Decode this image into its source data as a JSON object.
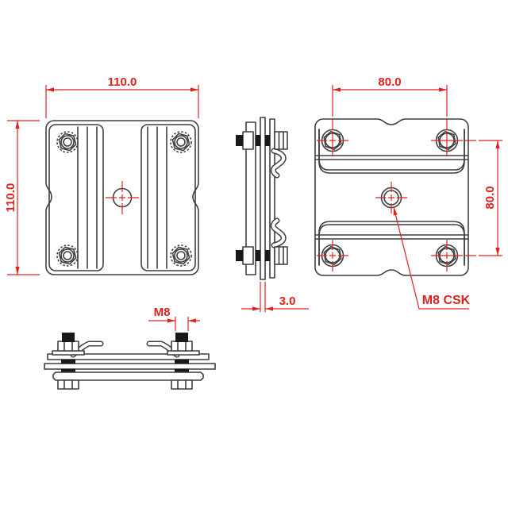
{
  "drawing": {
    "dimensions": {
      "front_width": "110.0",
      "front_height": "110.0",
      "hole_pitch_horizontal": "80.0",
      "hole_pitch_vertical": "80.0",
      "plate_thickness": "3.0",
      "thread_size": "M8",
      "center_hole_callout": "M8 CSK"
    },
    "colors": {
      "dimension_red": "#de231e",
      "geometry": "#3f3f3f",
      "background": "#ffffff"
    }
  }
}
